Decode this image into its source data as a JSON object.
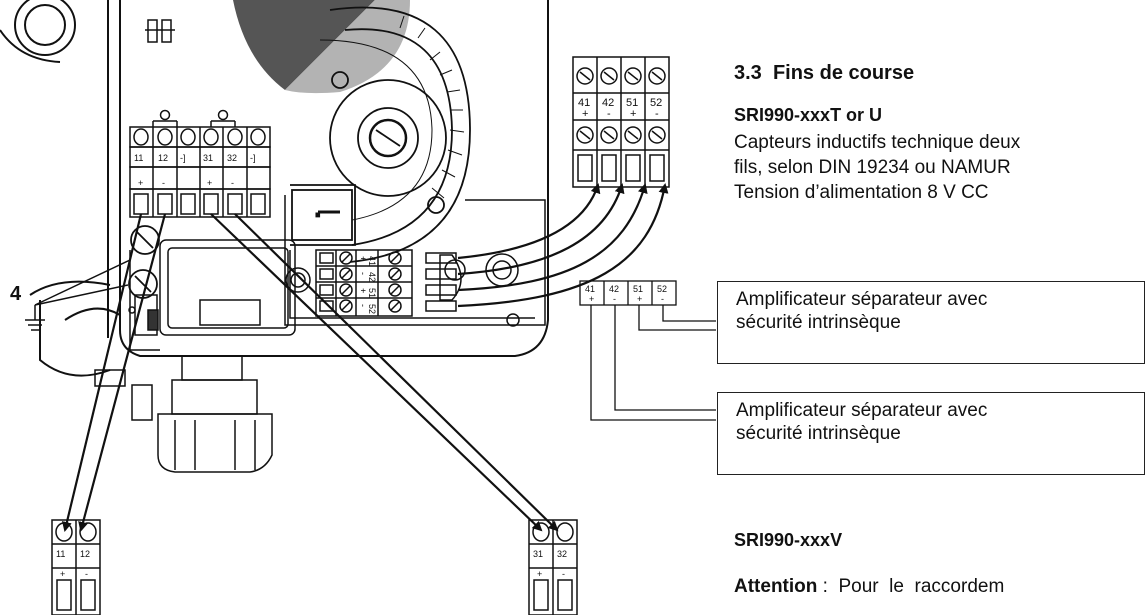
{
  "section": {
    "number": "3.3",
    "title": "Fins de course",
    "model_tu": "SRI990-xxxT or U",
    "desc_lines": [
      "Capteurs inductifs technique deux",
      "fils, selon DIN 19234 ou NAMUR",
      "Tension d’alimentation  8 V CC"
    ],
    "model_v": "SRI990-xxxV",
    "attention_label": "Attention",
    "attention_text": " :  Pour  le  raccordem"
  },
  "amplifier": {
    "line1": "Amplificateur séparateur avec",
    "line2": "sécurité intrinsèque"
  },
  "terminals": {
    "main": [
      "11",
      "12",
      "-]",
      "31",
      "32",
      "-]"
    ],
    "main_signs": [
      "+",
      "-",
      "+",
      "-"
    ],
    "right_top": [
      "41",
      "42",
      "51",
      "52"
    ],
    "right_signs": [
      "+",
      "-",
      "+",
      "-"
    ],
    "internal": [
      "41",
      "42",
      "51",
      "52"
    ],
    "internal_signs": [
      "+",
      "-",
      "+",
      "-"
    ],
    "bottom_left": [
      "11",
      "12"
    ],
    "bottom_right": [
      "31",
      "32"
    ],
    "ground_label": "4"
  },
  "colors": {
    "line": "#111111",
    "sector_dark": "#555555",
    "sector_light": "#b3b3b3"
  }
}
